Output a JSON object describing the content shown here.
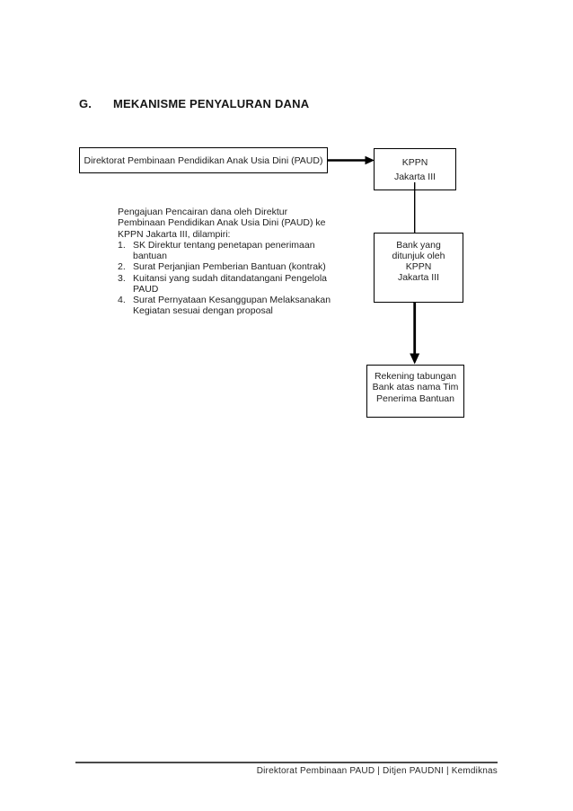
{
  "page": {
    "background": "#ffffff",
    "heading": {
      "number": "G.",
      "title": "MEKANISME PENYALURAN DANA"
    }
  },
  "flowchart": {
    "nodes": {
      "direktorat": {
        "label": "Direktorat Pembinaan Pendidikan Anak Usia Dini (PAUD)"
      },
      "kppn": {
        "label": "KPPN\nJakarta III"
      },
      "bank": {
        "label": "Bank yang\nditunjuk oleh\nKPPN\nJakarta III"
      },
      "rekening": {
        "label": "Rekening tabungan\nBank atas nama Tim\nPenerima Bantuan"
      }
    },
    "connectors": [
      {
        "from": "direktorat",
        "to": "kppn",
        "type": "arrow-right"
      },
      {
        "from": "kppn",
        "to": "bank",
        "type": "plain-line-down"
      },
      {
        "from": "bank",
        "to": "rekening",
        "type": "arrow-down"
      }
    ]
  },
  "note": {
    "intro": "Pengajuan Pencairan dana oleh Direktur\nPembinaan Pendidikan Anak Usia Dini (PAUD) ke\nKPPN Jakarta III, dilampiri:",
    "items": [
      {
        "num": "1.",
        "text": "SK Direktur tentang penetapan penerimaan\nbantuan"
      },
      {
        "num": "2.",
        "text": "Surat Perjanjian Pemberian Bantuan (kontrak)"
      },
      {
        "num": "3.",
        "text": "Kuitansi yang sudah ditandatangani Pengelola PAUD"
      },
      {
        "num": "4.",
        "text": "Surat Pernyataan Kesanggupan Melaksanakan\nKegiatan sesuai dengan proposal"
      }
    ]
  },
  "footer": {
    "text": "Direktorat Pembinaan PAUD | Ditjen PAUDNI | Kemdiknas"
  },
  "colors": {
    "text": "#1f1f1f",
    "box_border": "#000000",
    "connector": "#000000",
    "footer_rule": "#4a4a4a"
  }
}
